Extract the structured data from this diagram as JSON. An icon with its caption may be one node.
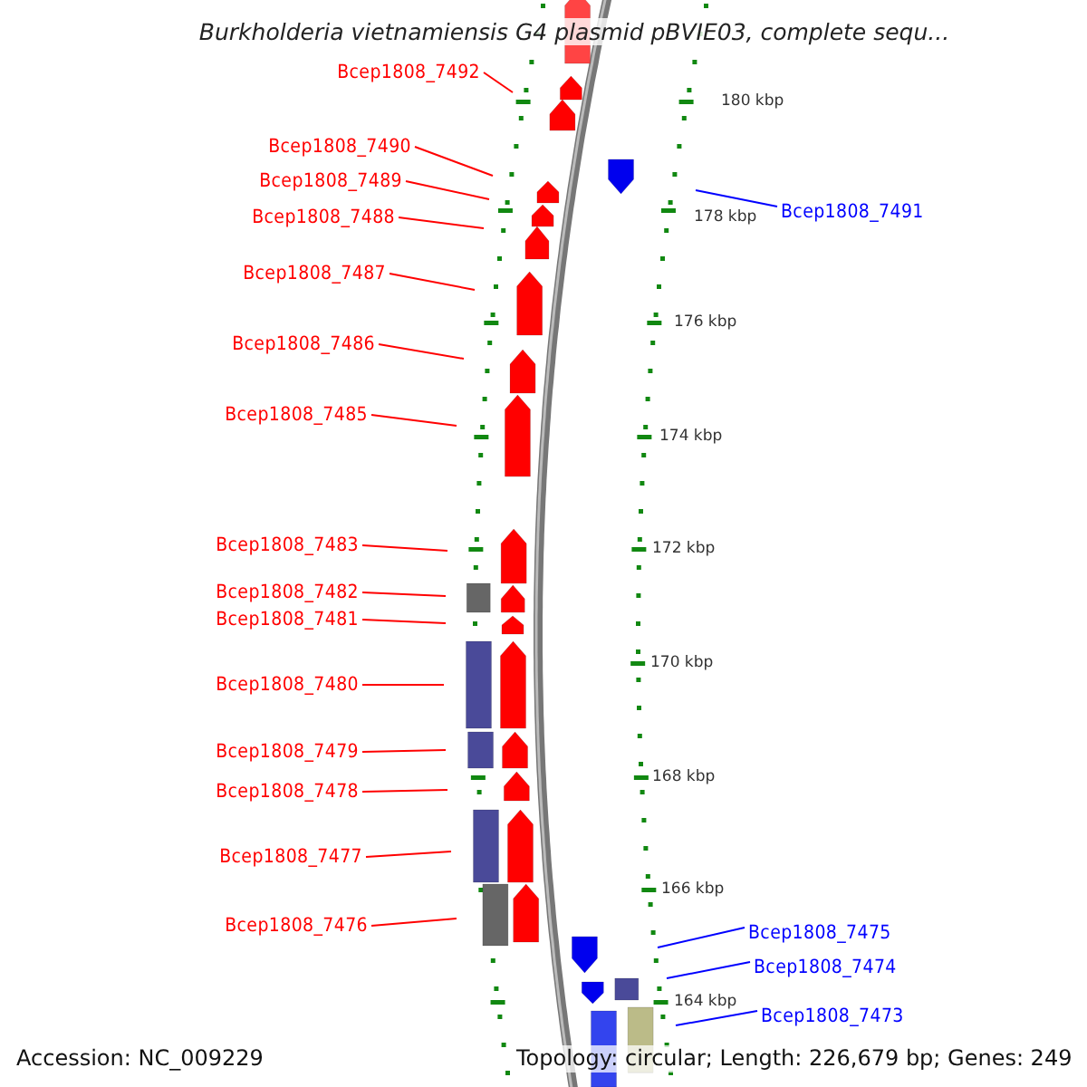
{
  "diagram": {
    "title": "Burkholderia vietnamiensis G4 plasmid pBVIE03, complete sequ...",
    "nodes": [
      {
        "text": [
          "Bcep1808_7492"
        ]
      },
      {
        "text": [
          "Bcep1808_7490"
        ]
      },
      {
        "text": [
          "Bcep1808_7489"
        ]
      },
      {
        "text": [
          "Bcep1808_7491"
        ]
      },
      {
        "text": [
          "Bcep1808_7488"
        ]
      },
      {
        "text": [
          "Bcep1808_7487"
        ]
      },
      {
        "text": [
          "Bcep1808_7486"
        ]
      },
      {
        "text": [
          "Bcep1808_7485"
        ]
      },
      {
        "text": [
          "Bcep1808_7483"
        ]
      },
      {
        "text": [
          "Bcep1808_7482"
        ]
      },
      {
        "text": [
          "Bcep1808_7481"
        ]
      },
      {
        "text": [
          "Bcep1808_7480"
        ]
      },
      {
        "text": [
          "Bcep1808_7479"
        ]
      },
      {
        "text": [
          "Bcep1808_7478"
        ]
      },
      {
        "text": [
          "Bcep1808_7477"
        ]
      },
      {
        "text": [
          "Bcep1808_7476"
        ]
      },
      {
        "text": [
          "Bcep1808_7475"
        ]
      },
      {
        "text": [
          "Bcep1808_7474"
        ]
      },
      {
        "text": [
          "Bcep1808_7473"
        ]
      }
    ],
    "edges": [
      {
        "from": 0,
        "to": null,
        "arrow": "none"
      },
      {
        "from": 1,
        "to": null,
        "arrow": "none"
      },
      {
        "from": 2,
        "to": null,
        "arrow": "none"
      },
      {
        "from": 3,
        "to": null,
        "arrow": "none",
        "color": "#0000ff"
      },
      {
        "from": 4,
        "to": null,
        "arrow": "none"
      },
      {
        "from": 5,
        "to": null,
        "arrow": "none"
      },
      {
        "from": 6,
        "to": null,
        "arrow": "none"
      },
      {
        "from": 7,
        "to": null,
        "arrow": "none"
      },
      {
        "from": 8,
        "to": null,
        "arrow": "none"
      },
      {
        "from": 9,
        "to": null,
        "arrow": "none"
      },
      {
        "from": 10,
        "to": null,
        "arrow": "none"
      },
      {
        "from": 11,
        "to": null,
        "arrow": "none"
      },
      {
        "from": 12,
        "to": null,
        "arrow": "none"
      },
      {
        "from": 13,
        "to": null,
        "arrow": "none"
      },
      {
        "from": 14,
        "to": null,
        "arrow": "none"
      },
      {
        "from": 15,
        "to": null,
        "arrow": "none"
      },
      {
        "from": 16,
        "to": null,
        "arrow": "none",
        "color": "#0000ff"
      },
      {
        "from": 17,
        "to": null,
        "arrow": "none",
        "color": "#0000ff"
      },
      {
        "from": 18,
        "to": null,
        "arrow": "none",
        "color": "#0000ff"
      }
    ],
    "labels": [
      "180 kbp",
      "178 kbp",
      "176 kbp",
      "174 kbp",
      "172 kbp",
      "170 kbp",
      "168 kbp",
      "166 kbp",
      "164 kbp",
      "Accession: NC_009229",
      "Topology: circular; Length: 226,679 bp; Genes: 249"
    ]
  }
}
